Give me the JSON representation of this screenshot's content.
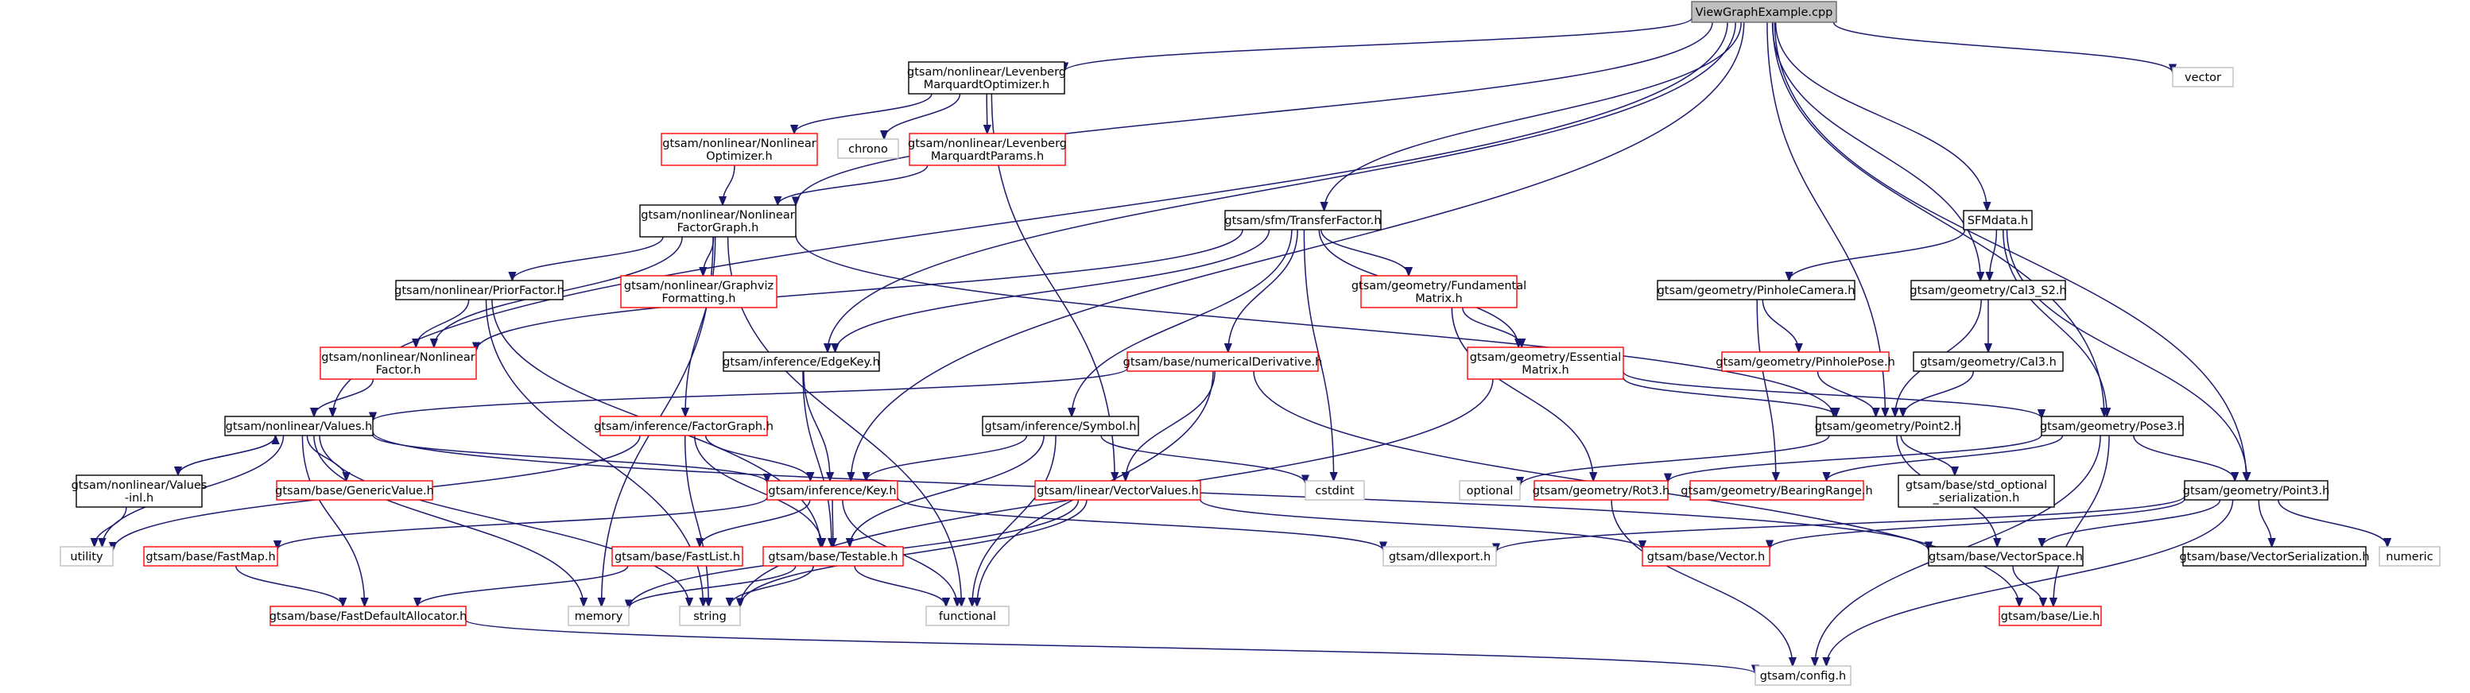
{
  "graph": {
    "colors": {
      "edge": "#191970",
      "root_fill": "#bfbfbf",
      "documented_border": "#000000",
      "undocumented_border": "#ff0000",
      "system_border": "#bfbfbf",
      "text": "#000000"
    },
    "nodes": [
      {
        "id": "root",
        "kind": "root",
        "lines": [
          "ViewGraphExample.cpp"
        ]
      },
      {
        "id": "lmo",
        "kind": "doc",
        "lines": [
          "gtsam/nonlinear/Levenberg",
          "MarquardtOptimizer.h"
        ]
      },
      {
        "id": "vector",
        "kind": "sys",
        "lines": [
          "vector"
        ]
      },
      {
        "id": "nlopt",
        "kind": "red",
        "lines": [
          "gtsam/nonlinear/Nonlinear",
          "Optimizer.h"
        ]
      },
      {
        "id": "chrono",
        "kind": "sys",
        "lines": [
          "chrono"
        ]
      },
      {
        "id": "lmparams",
        "kind": "red",
        "lines": [
          "gtsam/nonlinear/Levenberg",
          "MarquardtParams.h"
        ]
      },
      {
        "id": "nfg",
        "kind": "doc",
        "lines": [
          "gtsam/nonlinear/Nonlinear",
          "FactorGraph.h"
        ]
      },
      {
        "id": "transfer",
        "kind": "doc",
        "lines": [
          "gtsam/sfm/TransferFactor.h"
        ]
      },
      {
        "id": "sfmdata",
        "kind": "doc",
        "lines": [
          "SFMdata.h"
        ]
      },
      {
        "id": "prior",
        "kind": "doc",
        "lines": [
          "gtsam/nonlinear/PriorFactor.h"
        ]
      },
      {
        "id": "graphviz",
        "kind": "red",
        "lines": [
          "gtsam/nonlinear/Graphviz",
          "Formatting.h"
        ]
      },
      {
        "id": "fundamental",
        "kind": "red",
        "lines": [
          "gtsam/geometry/Fundamental",
          "Matrix.h"
        ]
      },
      {
        "id": "pinholecam",
        "kind": "doc",
        "lines": [
          "gtsam/geometry/PinholeCamera.h"
        ]
      },
      {
        "id": "cal3s2",
        "kind": "doc",
        "lines": [
          "gtsam/geometry/Cal3_S2.h"
        ]
      },
      {
        "id": "nlfactor",
        "kind": "red",
        "lines": [
          "gtsam/nonlinear/Nonlinear",
          "Factor.h"
        ]
      },
      {
        "id": "edgekey",
        "kind": "doc",
        "lines": [
          "gtsam/inference/EdgeKey.h"
        ]
      },
      {
        "id": "numderiv",
        "kind": "red",
        "lines": [
          "gtsam/base/numericalDerivative.h"
        ]
      },
      {
        "id": "essential",
        "kind": "red",
        "lines": [
          "gtsam/geometry/Essential",
          "Matrix.h"
        ]
      },
      {
        "id": "pinholepose",
        "kind": "red",
        "lines": [
          "gtsam/geometry/PinholePose.h"
        ]
      },
      {
        "id": "cal3",
        "kind": "doc",
        "lines": [
          "gtsam/geometry/Cal3.h"
        ]
      },
      {
        "id": "values",
        "kind": "doc",
        "lines": [
          "gtsam/nonlinear/Values.h"
        ]
      },
      {
        "id": "factorgraph",
        "kind": "red",
        "lines": [
          "gtsam/inference/FactorGraph.h"
        ]
      },
      {
        "id": "symbol",
        "kind": "doc",
        "lines": [
          "gtsam/inference/Symbol.h"
        ]
      },
      {
        "id": "point2",
        "kind": "doc",
        "lines": [
          "gtsam/geometry/Point2.h"
        ]
      },
      {
        "id": "pose3",
        "kind": "doc",
        "lines": [
          "gtsam/geometry/Pose3.h"
        ]
      },
      {
        "id": "valuesinl",
        "kind": "doc",
        "lines": [
          "gtsam/nonlinear/Values",
          "-inl.h"
        ]
      },
      {
        "id": "genericvalue",
        "kind": "red",
        "lines": [
          "gtsam/base/GenericValue.h"
        ]
      },
      {
        "id": "key",
        "kind": "red",
        "lines": [
          "gtsam/inference/Key.h"
        ]
      },
      {
        "id": "vectorvalues",
        "kind": "red",
        "lines": [
          "gtsam/linear/VectorValues.h"
        ]
      },
      {
        "id": "cstdint",
        "kind": "sys",
        "lines": [
          "cstdint"
        ]
      },
      {
        "id": "optional",
        "kind": "sys",
        "lines": [
          "optional"
        ]
      },
      {
        "id": "rot3",
        "kind": "red",
        "lines": [
          "gtsam/geometry/Rot3.h"
        ]
      },
      {
        "id": "bearingrange",
        "kind": "red",
        "lines": [
          "gtsam/geometry/BearingRange.h"
        ]
      },
      {
        "id": "stdoptser",
        "kind": "doc",
        "lines": [
          "gtsam/base/std_optional",
          "_serialization.h"
        ]
      },
      {
        "id": "point3",
        "kind": "doc",
        "lines": [
          "gtsam/geometry/Point3.h"
        ]
      },
      {
        "id": "utility",
        "kind": "sys",
        "lines": [
          "utility"
        ]
      },
      {
        "id": "fastmap",
        "kind": "red",
        "lines": [
          "gtsam/base/FastMap.h"
        ]
      },
      {
        "id": "fastlist",
        "kind": "red",
        "lines": [
          "gtsam/base/FastList.h"
        ]
      },
      {
        "id": "testable",
        "kind": "red",
        "lines": [
          "gtsam/base/Testable.h"
        ]
      },
      {
        "id": "dllexport",
        "kind": "sys",
        "lines": [
          "gtsam/dllexport.h"
        ]
      },
      {
        "id": "vectorh",
        "kind": "red",
        "lines": [
          "gtsam/base/Vector.h"
        ]
      },
      {
        "id": "vectorspace",
        "kind": "doc",
        "lines": [
          "gtsam/base/VectorSpace.h"
        ]
      },
      {
        "id": "vectorser",
        "kind": "doc",
        "lines": [
          "gtsam/base/VectorSerialization.h"
        ]
      },
      {
        "id": "numeric",
        "kind": "sys",
        "lines": [
          "numeric"
        ]
      },
      {
        "id": "memory",
        "kind": "sys",
        "lines": [
          "memory"
        ]
      },
      {
        "id": "string",
        "kind": "sys",
        "lines": [
          "string"
        ]
      },
      {
        "id": "functional",
        "kind": "sys",
        "lines": [
          "functional"
        ]
      },
      {
        "id": "fastalloc",
        "kind": "red",
        "lines": [
          "gtsam/base/FastDefaultAllocator.h"
        ]
      },
      {
        "id": "lie",
        "kind": "red",
        "lines": [
          "gtsam/base/Lie.h"
        ]
      },
      {
        "id": "config",
        "kind": "sys",
        "lines": [
          "gtsam/config.h"
        ]
      }
    ],
    "edges": [
      [
        "root",
        "lmo"
      ],
      [
        "root",
        "vector"
      ],
      [
        "root",
        "nfg"
      ],
      [
        "root",
        "transfer"
      ],
      [
        "root",
        "sfmdata"
      ],
      [
        "root",
        "values"
      ],
      [
        "root",
        "edgekey"
      ],
      [
        "root",
        "key"
      ],
      [
        "root",
        "point2"
      ],
      [
        "root",
        "pose3"
      ],
      [
        "root",
        "cal3s2"
      ],
      [
        "root",
        "point3"
      ],
      [
        "lmo",
        "nlopt"
      ],
      [
        "lmo",
        "chrono"
      ],
      [
        "lmo",
        "lmparams"
      ],
      [
        "lmo",
        "vectorvalues"
      ],
      [
        "nlopt",
        "nfg"
      ],
      [
        "lmparams",
        "nfg"
      ],
      [
        "nfg",
        "prior"
      ],
      [
        "nfg",
        "graphviz"
      ],
      [
        "nfg",
        "nlfactor"
      ],
      [
        "nfg",
        "factorgraph"
      ],
      [
        "nfg",
        "point2"
      ],
      [
        "nfg",
        "functional"
      ],
      [
        "nfg",
        "memory"
      ],
      [
        "transfer",
        "fundamental"
      ],
      [
        "transfer",
        "essential"
      ],
      [
        "transfer",
        "numderiv"
      ],
      [
        "transfer",
        "edgekey"
      ],
      [
        "transfer",
        "nlfactor"
      ],
      [
        "transfer",
        "symbol"
      ],
      [
        "transfer",
        "cstdint"
      ],
      [
        "sfmdata",
        "pinholecam"
      ],
      [
        "sfmdata",
        "cal3s2"
      ],
      [
        "sfmdata",
        "pose3"
      ],
      [
        "sfmdata",
        "point3"
      ],
      [
        "prior",
        "nlfactor"
      ],
      [
        "prior",
        "testable"
      ],
      [
        "prior",
        "string"
      ],
      [
        "fundamental",
        "essential"
      ],
      [
        "fundamental",
        "rot3"
      ],
      [
        "pinholecam",
        "pinholepose"
      ],
      [
        "pinholecam",
        "bearingrange"
      ],
      [
        "cal3s2",
        "cal3"
      ],
      [
        "cal3s2",
        "point2"
      ],
      [
        "nlfactor",
        "values"
      ],
      [
        "edgekey",
        "key"
      ],
      [
        "edgekey",
        "testable"
      ],
      [
        "numderiv",
        "values"
      ],
      [
        "numderiv",
        "vectorvalues"
      ],
      [
        "numderiv",
        "functional"
      ],
      [
        "numderiv",
        "lie"
      ],
      [
        "essential",
        "point2"
      ],
      [
        "essential",
        "pose3"
      ],
      [
        "essential",
        "string"
      ],
      [
        "pinholepose",
        "point2"
      ],
      [
        "cal3",
        "point2"
      ],
      [
        "values",
        "valuesinl"
      ],
      [
        "values",
        "genericvalue"
      ],
      [
        "values",
        "key"
      ],
      [
        "values",
        "utility"
      ],
      [
        "values",
        "memory"
      ],
      [
        "values",
        "string"
      ],
      [
        "values",
        "fastalloc"
      ],
      [
        "values",
        "vectorspace"
      ],
      [
        "valuesinl",
        "values"
      ],
      [
        "valuesinl",
        "utility"
      ],
      [
        "factorgraph",
        "key"
      ],
      [
        "factorgraph",
        "testable"
      ],
      [
        "factorgraph",
        "string"
      ],
      [
        "factorgraph",
        "utility"
      ],
      [
        "symbol",
        "key"
      ],
      [
        "symbol",
        "testable"
      ],
      [
        "symbol",
        "functional"
      ],
      [
        "symbol",
        "cstdint"
      ],
      [
        "point2",
        "optional"
      ],
      [
        "point2",
        "stdoptser"
      ],
      [
        "point2",
        "vectorspace"
      ],
      [
        "pose3",
        "rot3"
      ],
      [
        "pose3",
        "bearingrange"
      ],
      [
        "pose3",
        "point3"
      ],
      [
        "pose3",
        "lie"
      ],
      [
        "pose3",
        "config"
      ],
      [
        "key",
        "fastmap"
      ],
      [
        "key",
        "fastlist"
      ],
      [
        "key",
        "testable"
      ],
      [
        "key",
        "dllexport"
      ],
      [
        "key",
        "functional"
      ],
      [
        "vectorvalues",
        "memory"
      ],
      [
        "vectorvalues",
        "string"
      ],
      [
        "vectorvalues",
        "vectorh"
      ],
      [
        "rot3",
        "config"
      ],
      [
        "point3",
        "vectorh"
      ],
      [
        "point3",
        "vectorspace"
      ],
      [
        "point3",
        "vectorser"
      ],
      [
        "point3",
        "numeric"
      ],
      [
        "point3",
        "dllexport"
      ],
      [
        "point3",
        "config"
      ],
      [
        "fastmap",
        "fastalloc"
      ],
      [
        "fastlist",
        "fastalloc"
      ],
      [
        "testable",
        "memory"
      ],
      [
        "testable",
        "string"
      ],
      [
        "testable",
        "functional"
      ],
      [
        "fastalloc",
        "config"
      ],
      [
        "vectorspace",
        "lie"
      ]
    ]
  }
}
